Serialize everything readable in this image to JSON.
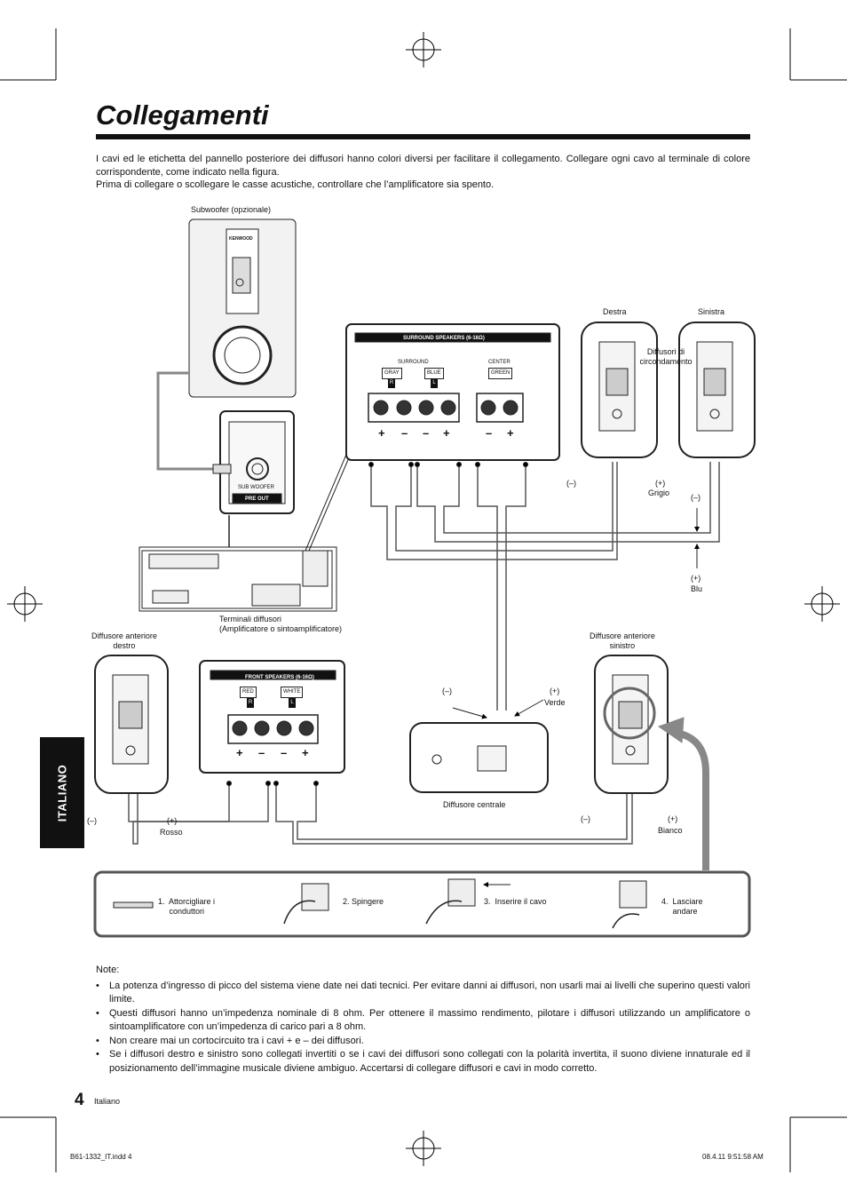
{
  "page": {
    "title": "Collegamenti",
    "intro_p1": "I cavi ed le etichetta del pannello posteriore dei diffusori hanno colori diversi per facilitare il collegamento. Collegare ogni cavo al terminale di colore corrispondente, come indicato nella figura.",
    "intro_p2": "Prima di collegare o scollegare le casse acustiche, controllare che l’amplificatore sia spento.",
    "side_tab": "ITALIANO",
    "page_number": "4",
    "page_language": "Italiano",
    "footer_left": "B61-1332_IT.indd   4",
    "footer_right": "08.4.11   9:51:58 AM"
  },
  "diagram": {
    "subwoofer_label": "Subwoofer (opzionale)",
    "subwoofer_brand": "KENWOOD",
    "sub_woofer_jack": "SUB WOOFER",
    "pre_out": "PRE OUT",
    "surround_panel_title": "SURROUND SPEAKERS (6-16Ω)",
    "surround_group": "SURROUND",
    "center_group": "CENTER",
    "gray_tag": "GRAY",
    "blue_tag": "BLUE",
    "green_tag": "GREEN",
    "r_tag": "R",
    "l_tag": "L",
    "front_panel_title": "FRONT SPEAKERS (6-16Ω)",
    "red_tag": "RED",
    "white_tag": "WHITE",
    "plus": "+",
    "minus": "–",
    "destra": "Destra",
    "sinistra": "Sinistra",
    "surround_speakers": "Diffusori di circondamento",
    "minus_paren": "(–)",
    "plus_paren": "(+)",
    "grigio": "Grigio",
    "blu": "Blu",
    "terminals_line1": "Terminali diffusori",
    "terminals_line2": "(Amplificatore o sintoamplificatore)",
    "front_right_line1": "Diffusore anteriore",
    "front_right_line2": "destro",
    "front_left_line1": "Diffusore anteriore",
    "front_left_line2": "sinistro",
    "verde": "Verde",
    "center_speaker": "Diffusore centrale",
    "rosso": "Rosso",
    "bianco": "Bianco"
  },
  "steps": [
    {
      "label": "1.  Attorcigliare i\n     conduttori"
    },
    {
      "label": "2. Spingere"
    },
    {
      "label": "3.  Inserire il cavo"
    },
    {
      "label": "4.  Lasciare\n     andare"
    }
  ],
  "notes": {
    "heading": "Note:",
    "items": [
      "La potenza d’ingresso di picco del sistema viene date nei dati tecnici. Per evitare danni ai diffusori, non usarli mai ai livelli che superino questi valori limite.",
      "Questi diffusori hanno un’impedenza nominale di 8 ohm. Per ottenere il massimo rendimento, pilotare i diffusori utilizzando un amplificatore o sintoamplificatore con un’impedenza di carico pari a 8 ohm.",
      "Non creare mai un cortocircuito tra i cavi + e – dei diffusori.",
      "Se i diffusori destro e sinistro sono collegati invertiti o se i cavi dei diffusori sono collegati con la polarità invertita, il suono diviene innaturale ed il posizionamento dell’immagine musicale diviene ambiguo. Accertarsi di collegare diffusori e cavi in modo corretto."
    ]
  }
}
